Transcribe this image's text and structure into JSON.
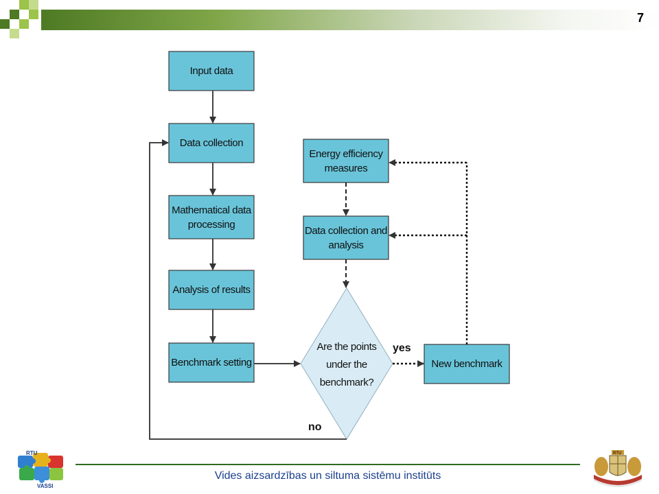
{
  "slide": {
    "page_number": "7"
  },
  "flowchart": {
    "left": {
      "input_data": "Input data",
      "data_collection": "Data collection",
      "math_processing": [
        "Mathematical data",
        "processing"
      ],
      "analysis_results": "Analysis of results",
      "benchmark_setting": "Benchmark setting"
    },
    "right": {
      "energy_measures": [
        "Energy efficiency",
        "measures"
      ],
      "data_collection_analysis": [
        "Data collection and",
        "analysis"
      ],
      "decision": [
        "Are the points",
        "under the",
        "benchmark?"
      ],
      "new_benchmark": "New benchmark"
    },
    "labels": {
      "yes": "yes",
      "no": "no"
    }
  },
  "footer": {
    "institute": "Vides aizsardzības un siltuma sistēmu institūts"
  },
  "logos": {
    "left_top_text": "RTU",
    "left_bottom_text": "VASSI",
    "right_text": "RTU"
  },
  "colors": {
    "box_fill": "#69c4d9",
    "diamond_fill": "#d9ecf5",
    "accent_green": "#4e7a24",
    "footer_text": "#1b3f8c"
  }
}
